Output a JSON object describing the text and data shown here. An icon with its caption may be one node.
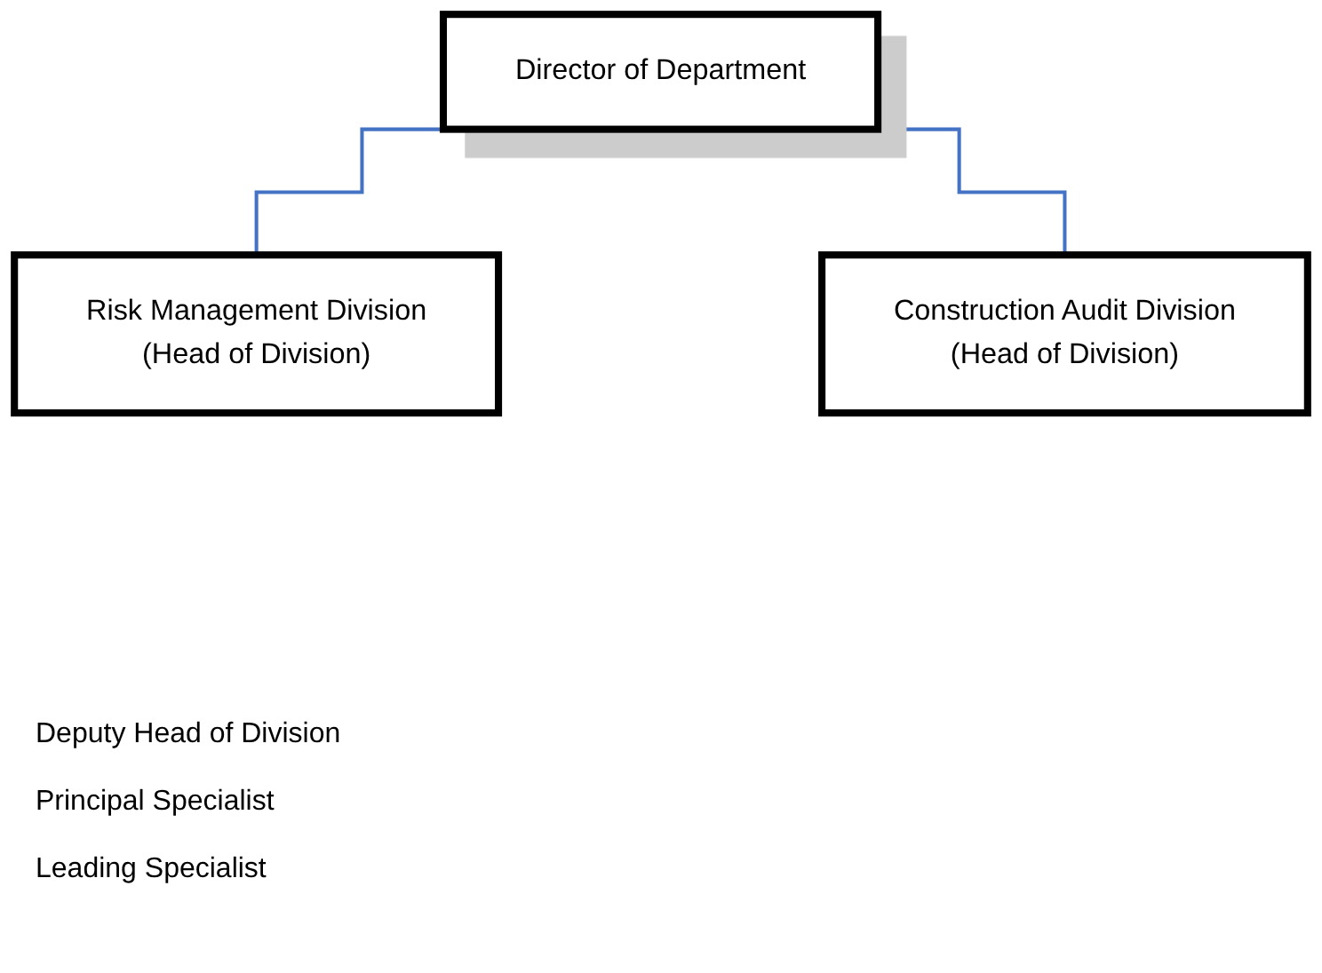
{
  "diagram": {
    "nodes": [
      {
        "text": [
          "Director of Department"
        ]
      },
      {
        "text": [
          "Risk Management Division",
          "(Head of Division)"
        ]
      },
      {
        "text": [
          "Construction Audit Division",
          "(Head of Division)"
        ]
      }
    ],
    "edges": [
      {
        "from": 0,
        "to": 1,
        "arrow": "none"
      },
      {
        "from": 0,
        "to": 2,
        "arrow": "none"
      }
    ],
    "labels": [
      "Deputy Head of Division",
      "Principal Specialist",
      "Leading Specialist"
    ]
  }
}
